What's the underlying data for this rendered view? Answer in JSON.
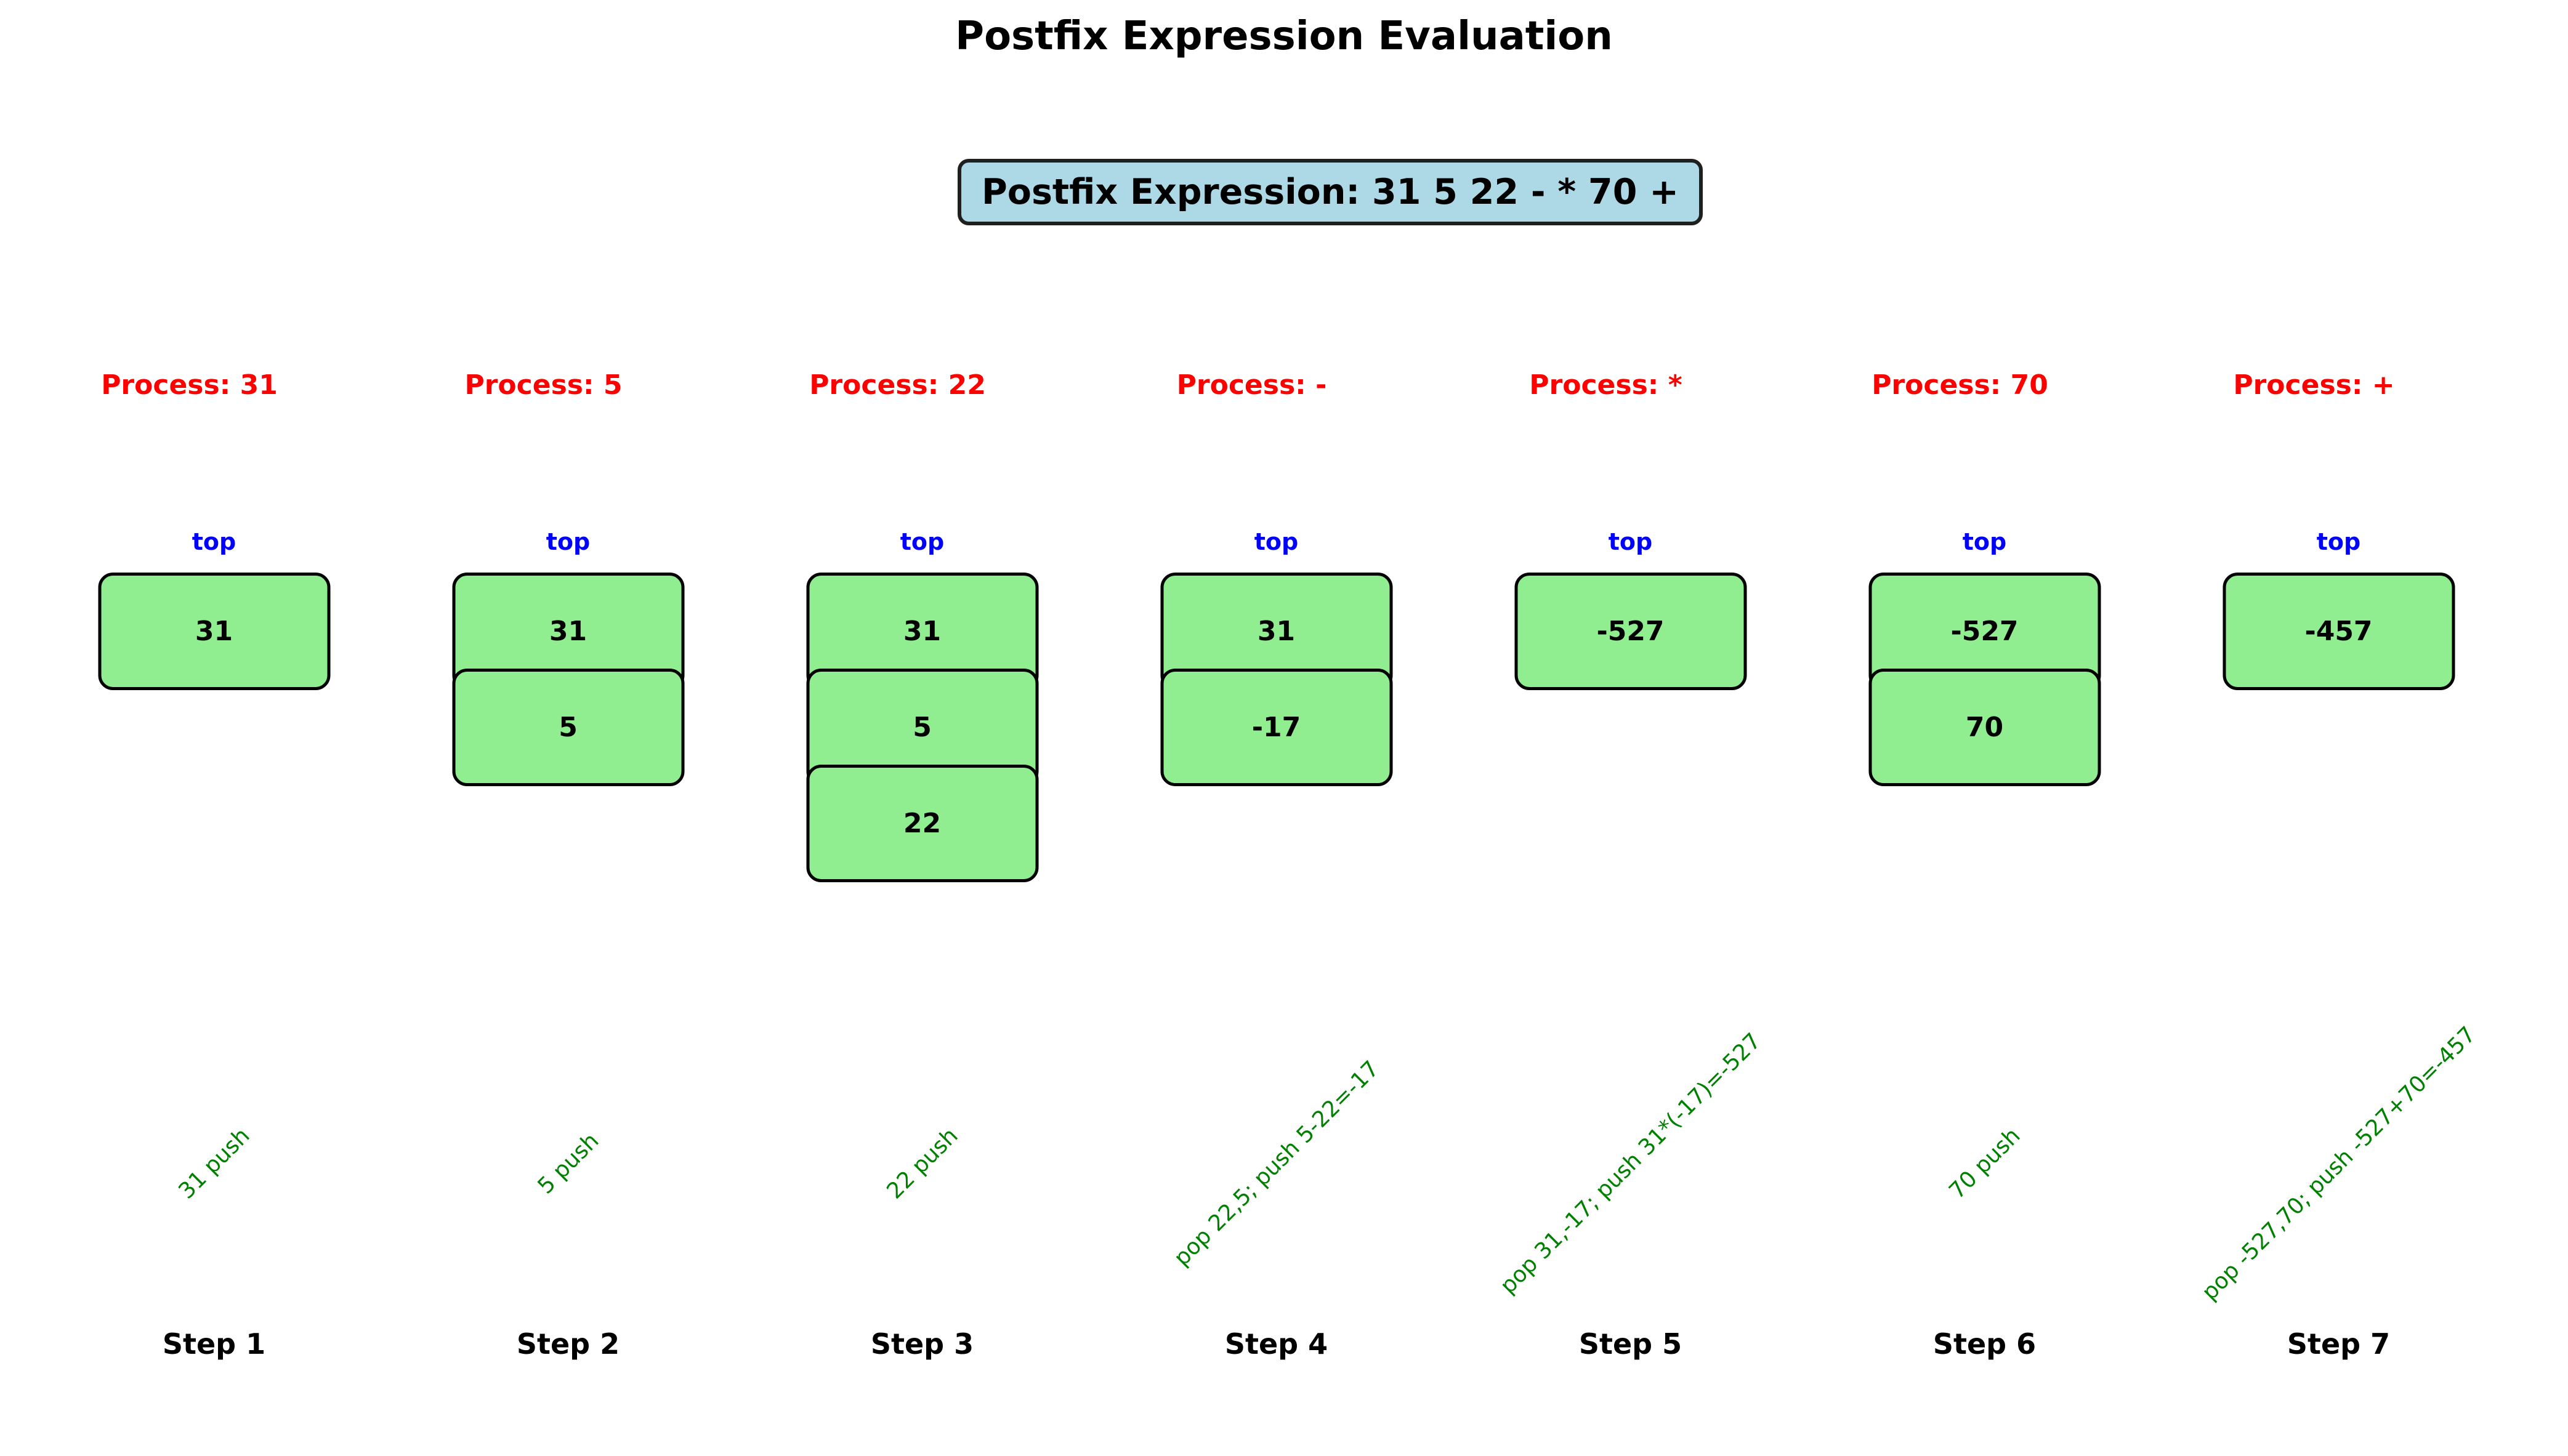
{
  "title": "Postfix Expression Evaluation",
  "expression_label": "Postfix Expression: 31 5 22 - * 70 +",
  "top_label": "top",
  "colors": {
    "stack_fill": "#90EE90",
    "stack_border": "#000000",
    "expression_fill": "#ADD8E6",
    "expression_border": "#1F1F1F",
    "process": "#FF0000",
    "top": "#0000FF",
    "annotation": "#008000",
    "step": "#000000",
    "title": "#000000",
    "background": "#FFFFFF"
  },
  "steps": [
    {
      "step_label": "Step 1",
      "process_label": "Process: 31",
      "stack": [
        "31"
      ],
      "annotation": "31 push"
    },
    {
      "step_label": "Step 2",
      "process_label": "Process: 5",
      "stack": [
        "31",
        "5"
      ],
      "annotation": "5 push"
    },
    {
      "step_label": "Step 3",
      "process_label": "Process: 22",
      "stack": [
        "31",
        "5",
        "22"
      ],
      "annotation": "22 push"
    },
    {
      "step_label": "Step 4",
      "process_label": "Process: -",
      "stack": [
        "31",
        "-17"
      ],
      "annotation": "pop 22,5; push 5-22=-17"
    },
    {
      "step_label": "Step 5",
      "process_label": "Process: *",
      "stack": [
        "-527"
      ],
      "annotation": "pop 31,-17; push 31*(-17)=-527"
    },
    {
      "step_label": "Step 6",
      "process_label": "Process: 70",
      "stack": [
        "-527",
        "70"
      ],
      "annotation": "70 push"
    },
    {
      "step_label": "Step 7",
      "process_label": "Process: +",
      "stack": [
        "-457"
      ],
      "annotation": "pop -527,70; push -527+70=-457"
    }
  ]
}
